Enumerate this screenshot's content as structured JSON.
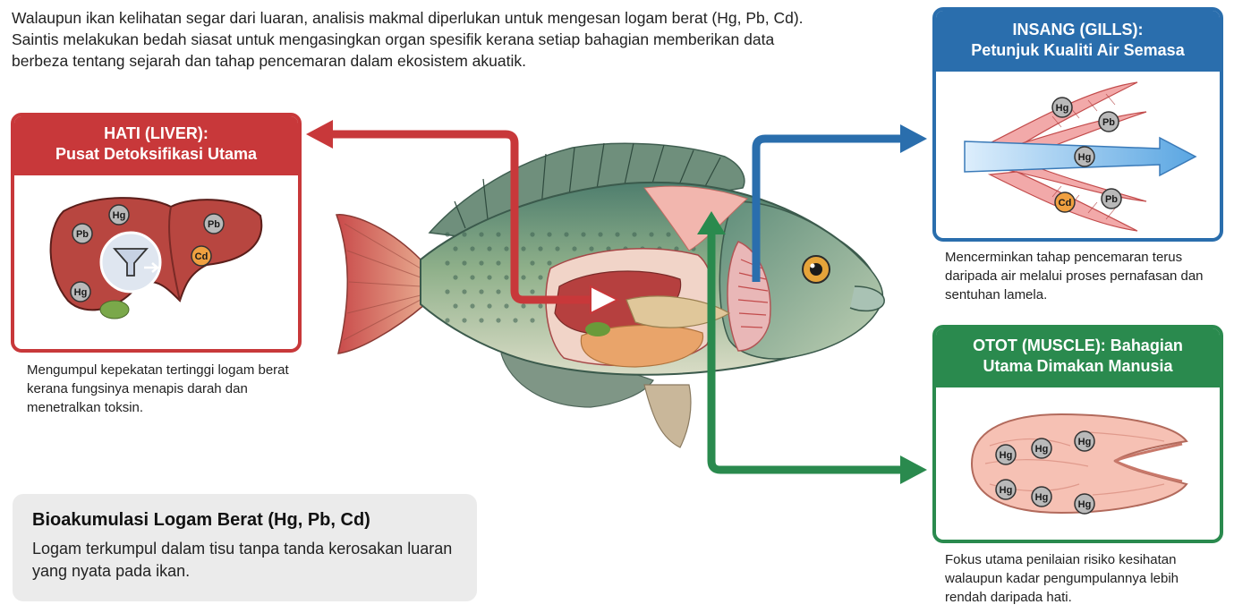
{
  "intro": {
    "line1": "Walaupun ikan kelihatan segar dari luaran, analisis makmal diperlukan untuk mengesan logam berat (Hg, Pb, Cd).",
    "line2": "Saintis melakukan bedah siasat untuk mengasingkan organ spesifik kerana setiap bahagian memberikan data",
    "line3": "berbeza tentang sejarah dan tahap pencemaran dalam ekosistem akuatik."
  },
  "liver": {
    "title_line1": "HATI (LIVER):",
    "title_line2": "Pusat Detoksifikasi Utama",
    "markers": [
      "Hg",
      "Pb",
      "Pb",
      "Cd",
      "Hg"
    ],
    "desc": "Mengumpul kepekatan tertinggi logam berat kerana fungsinya menapis darah dan menetralkan toksin."
  },
  "gills": {
    "title_line1": "INSANG (GILLS):",
    "title_line2": "Petunjuk Kualiti Air Semasa",
    "markers": [
      "Hg",
      "Pb",
      "Hg",
      "Cd",
      "Pb"
    ],
    "desc": "Mencerminkan tahap pencemaran terus daripada air melalui proses pernafasan dan sentuhan lamela."
  },
  "muscle": {
    "title_line1": "OTOT (MUSCLE): Bahagian",
    "title_line2": "Utama Dimakan Manusia",
    "markers": [
      "Hg",
      "Hg",
      "Hg",
      "Hg",
      "Hg",
      "Hg"
    ],
    "desc": "Fokus utama penilaian risiko kesihatan walaupun kadar pengumpulannya lebih rendah daripada hati."
  },
  "summary": {
    "title": "Bioakumulasi Logam Berat (Hg, Pb, Cd)",
    "body": "Logam terkumpul dalam tisu tanpa tanda kerosakan luaran yang nyata pada ikan."
  },
  "colors": {
    "liver": "#c8383a",
    "gills": "#2a6ead",
    "muscle": "#2a8a4e",
    "marker_gray": "#b9b9b9",
    "marker_orange": "#f0a040"
  }
}
